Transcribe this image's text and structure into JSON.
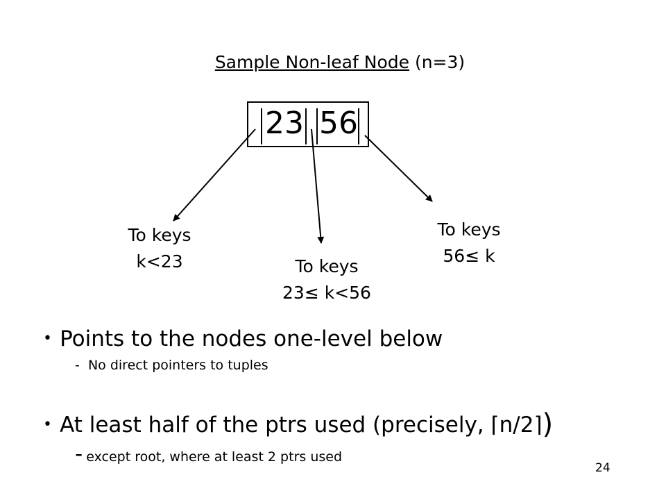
{
  "title": {
    "underlined": "Sample Non-leaf Node",
    "suffix": " (n=3)"
  },
  "node": {
    "keys": [
      "23",
      "56"
    ]
  },
  "labels": {
    "left": {
      "line1": "To keys",
      "line2": "k<23"
    },
    "middle": {
      "line1": "To keys",
      "line2_a": "23",
      "line2_sym": "≤",
      "line2_b": " k<56"
    },
    "right": {
      "line1": "To keys",
      "line2_a": "56",
      "line2_sym": "≤",
      "line2_b": " k"
    }
  },
  "bullets": [
    {
      "text": "Points to the nodes one-level below",
      "sub_dash": "-",
      "sub": "No direct pointers to tuples"
    },
    {
      "text": "At least half of the ptrs used (precisely, ",
      "ceil_open": "⌈",
      "ceil_content": "n/2",
      "ceil_close": "⌉",
      "close_paren": ")",
      "sub_dash": "-",
      "sub": "except root, where at least 2 ptrs used"
    }
  ],
  "bullet_symbol": "•",
  "page_number": "24"
}
